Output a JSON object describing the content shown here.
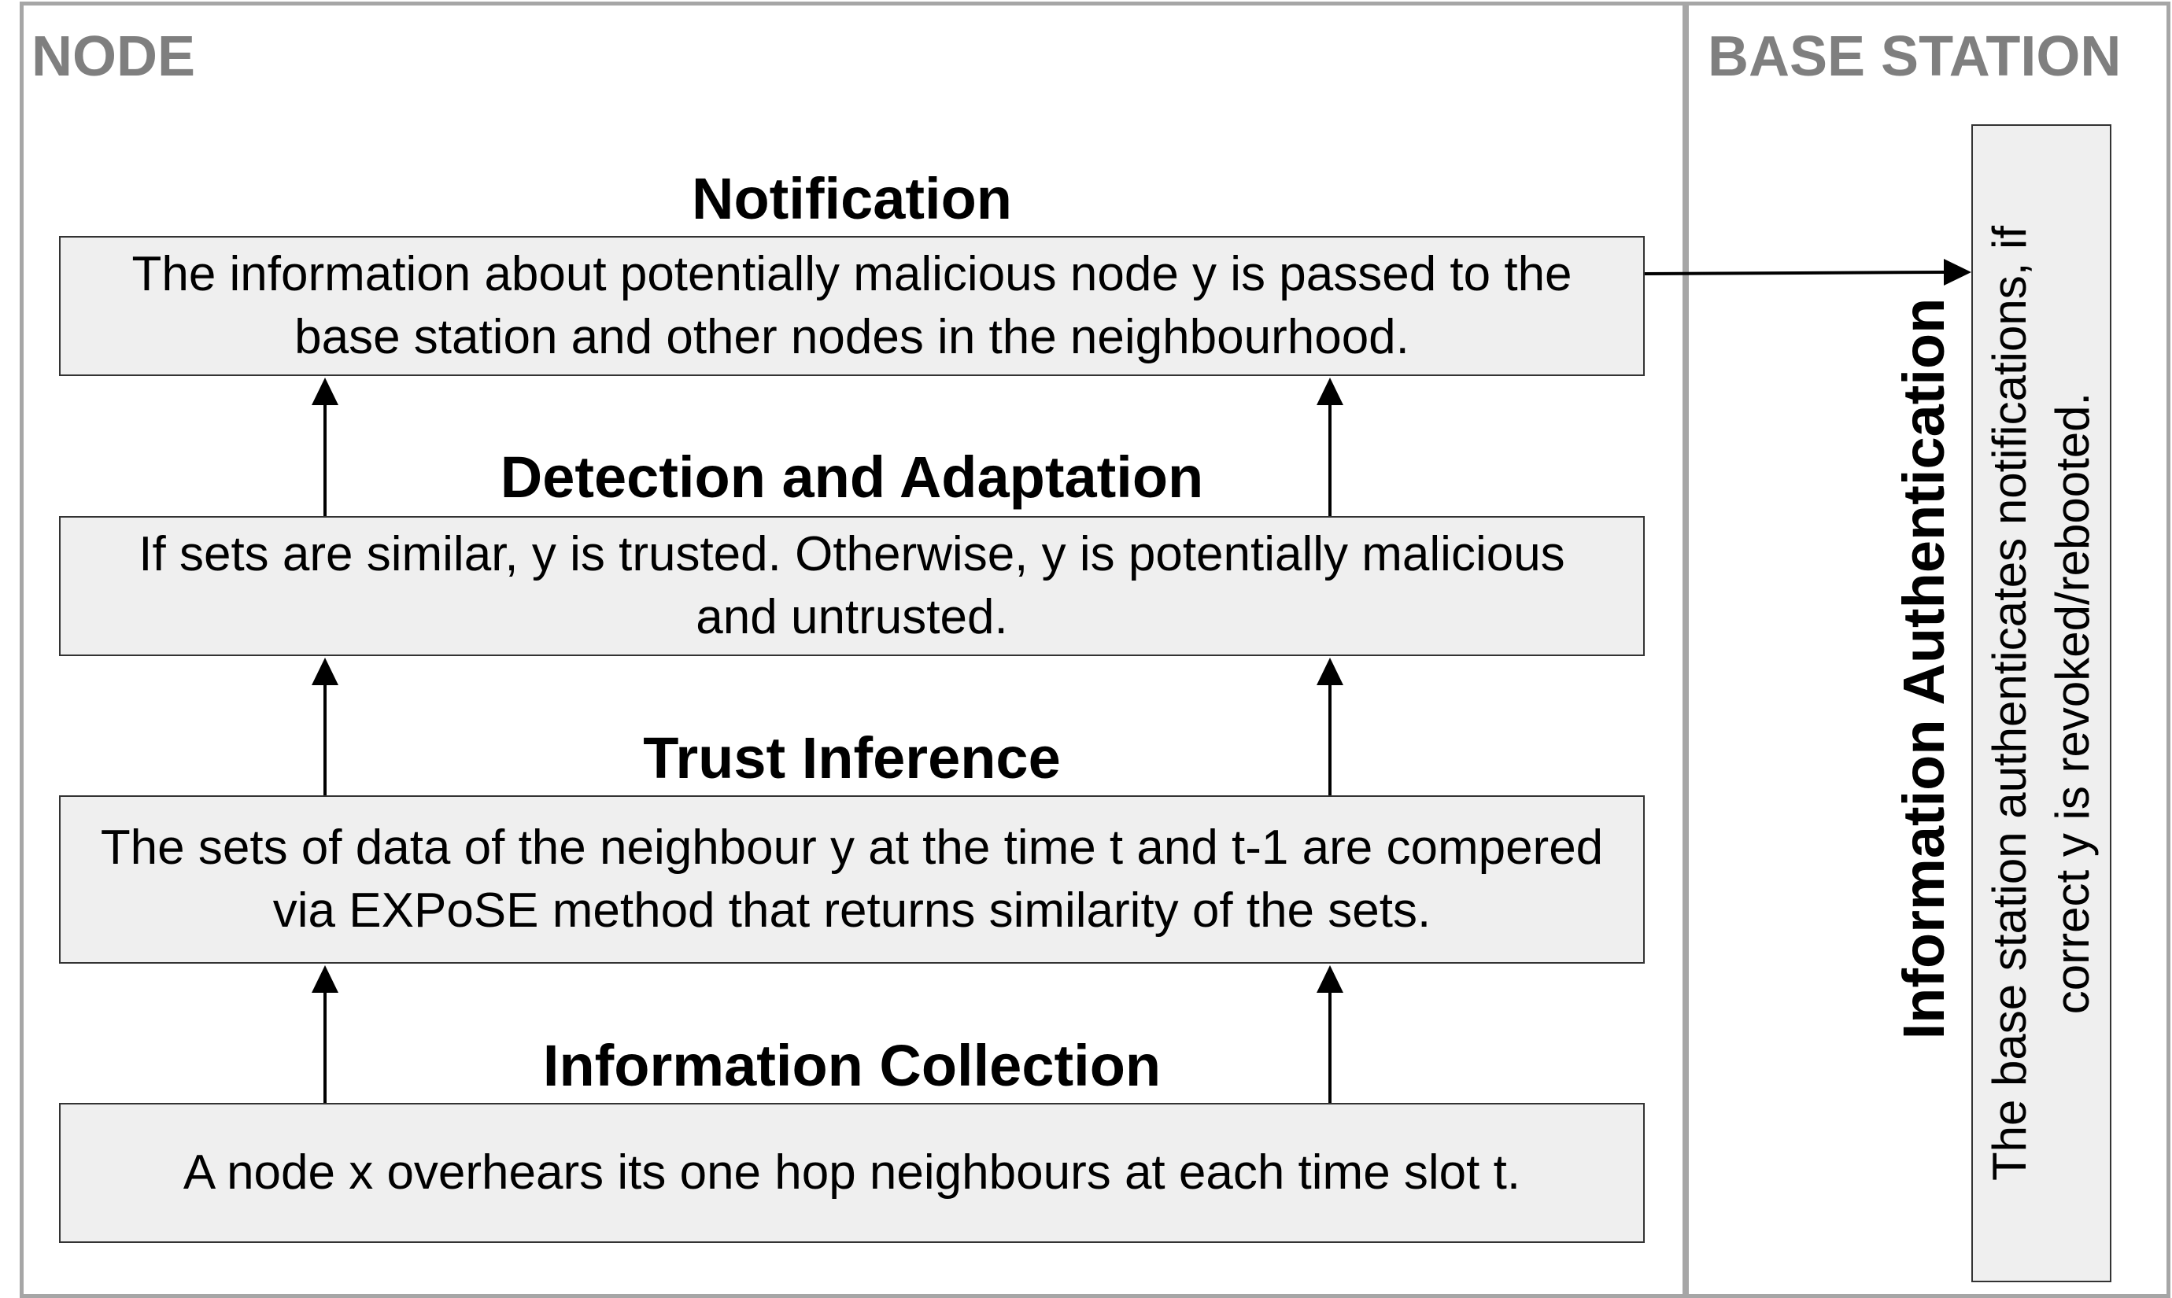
{
  "regions": {
    "node_label": "NODE",
    "base_station_label": "BASE STATION"
  },
  "stages": {
    "notification": {
      "title": "Notification",
      "text": "The information about potentially malicious node y is passed to the base station and other nodes in the neighbourhood."
    },
    "detection": {
      "title": "Detection and Adaptation",
      "text": "If sets are similar, y is trusted. Otherwise, y is potentially malicious and untrusted."
    },
    "trust": {
      "title": "Trust Inference",
      "text": "The sets of data of the neighbour y at the time t and t-1 are compered via EXPoSE method that returns similarity of the sets."
    },
    "collection": {
      "title": "Information Collection",
      "text": "A node x overhears its one hop neighbours at each time slot t."
    }
  },
  "base_station": {
    "title": "Information Authentication",
    "text": "The base station authenticates notifications, if correct y is revoked/rebooted."
  },
  "colors": {
    "frame": "#a6a6a6",
    "region_label": "#7f7f7f",
    "box_fill": "#efefef",
    "box_border": "#333333"
  }
}
